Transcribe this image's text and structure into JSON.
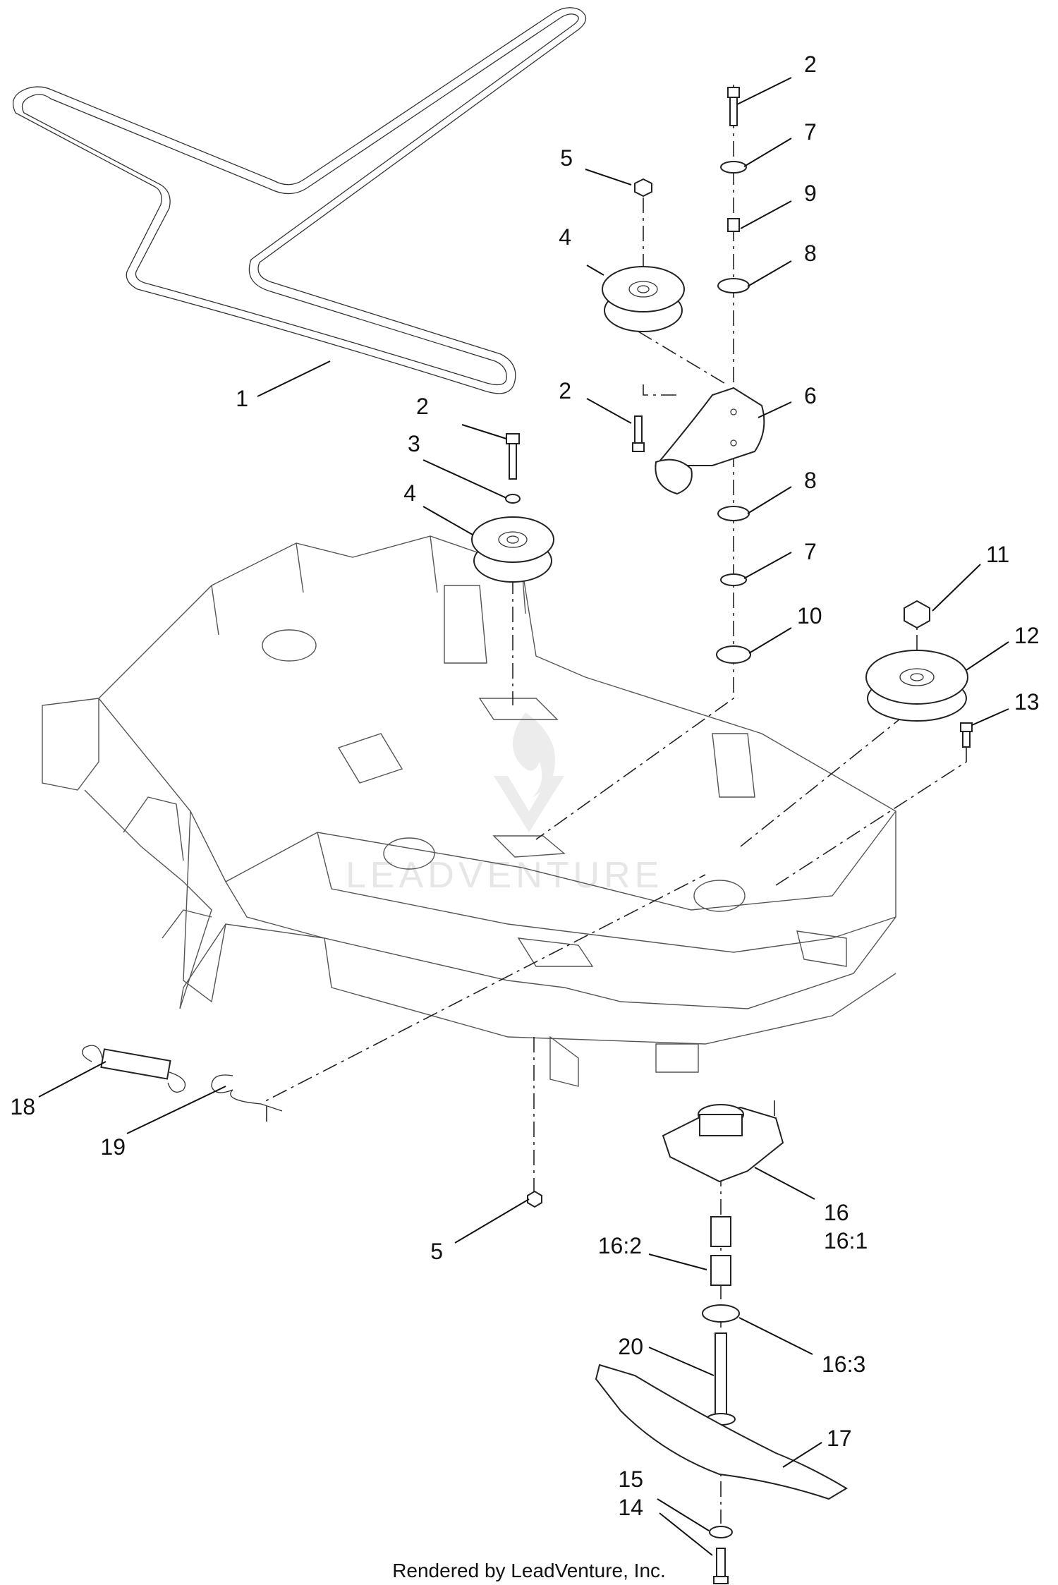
{
  "callouts": [
    {
      "id": "c1",
      "text": "1"
    },
    {
      "id": "c2a",
      "text": "2"
    },
    {
      "id": "c2b",
      "text": "2"
    },
    {
      "id": "c2c",
      "text": "2"
    },
    {
      "id": "c3",
      "text": "3"
    },
    {
      "id": "c4a",
      "text": "4"
    },
    {
      "id": "c4b",
      "text": "4"
    },
    {
      "id": "c5a",
      "text": "5"
    },
    {
      "id": "c5b",
      "text": "5"
    },
    {
      "id": "c6",
      "text": "6"
    },
    {
      "id": "c7a",
      "text": "7"
    },
    {
      "id": "c7b",
      "text": "7"
    },
    {
      "id": "c8a",
      "text": "8"
    },
    {
      "id": "c8b",
      "text": "8"
    },
    {
      "id": "c9",
      "text": "9"
    },
    {
      "id": "c10",
      "text": "10"
    },
    {
      "id": "c11",
      "text": "11"
    },
    {
      "id": "c12",
      "text": "12"
    },
    {
      "id": "c13",
      "text": "13"
    },
    {
      "id": "c14",
      "text": "14"
    },
    {
      "id": "c15",
      "text": "15"
    },
    {
      "id": "c16",
      "text": "16"
    },
    {
      "id": "c16_1",
      "text": "16:1"
    },
    {
      "id": "c16_2",
      "text": "16:2"
    },
    {
      "id": "c16_3",
      "text": "16:3"
    },
    {
      "id": "c17",
      "text": "17"
    },
    {
      "id": "c18",
      "text": "18"
    },
    {
      "id": "c19",
      "text": "19"
    },
    {
      "id": "c20",
      "text": "20"
    }
  ],
  "watermark": "LEADVENTURE",
  "footer": "Rendered by LeadVenture, Inc."
}
